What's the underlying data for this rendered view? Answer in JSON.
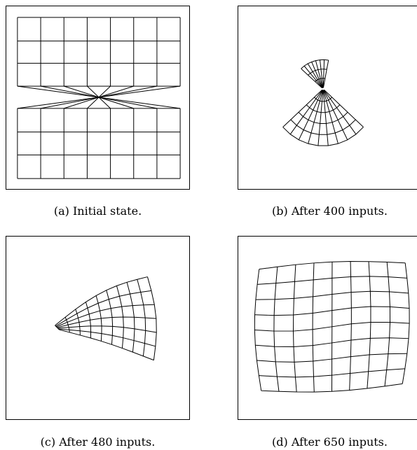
{
  "figure": {
    "panels": [
      {
        "id": "a",
        "caption": "(a) Initial state."
      },
      {
        "id": "b",
        "caption": "(b) After 400 inputs."
      },
      {
        "id": "c",
        "caption": "(c) After 480 inputs."
      },
      {
        "id": "d",
        "caption": "(d) After 650 inputs."
      }
    ]
  },
  "style": {
    "line_color": "#000000",
    "background": "#ffffff"
  }
}
